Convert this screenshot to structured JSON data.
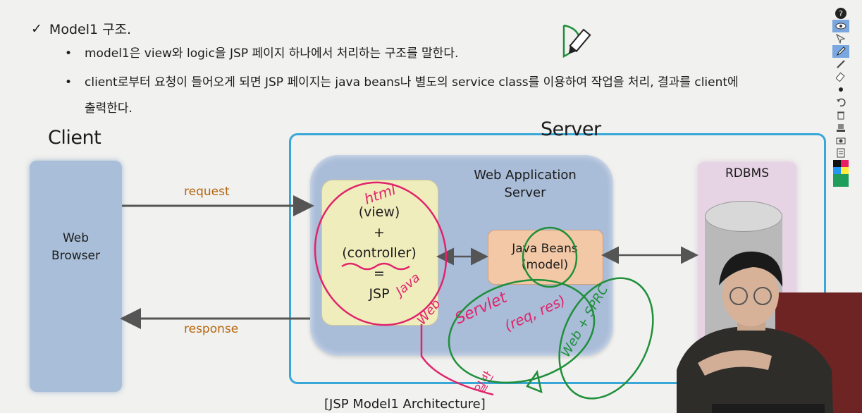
{
  "slide": {
    "heading": "Model1 구조.",
    "heading_check": "✓",
    "bullets": [
      "model1은 view와 logic을 JSP 페이지 하나에서 처리하는 구조를 말한다.",
      "client로부터 요청이 들어오게 되면 JSP 페이지는 java beans나 별도의 service class를 이용하여 작업을 처리, 결과를 client에",
      "출력한다."
    ],
    "bullet_marker": "•"
  },
  "diagram": {
    "client_label": "Client",
    "server_label": "Server",
    "browser_line1": "Web",
    "browser_line2": "Browser",
    "request_label": "request",
    "response_label": "response",
    "was_line1": "Web Application",
    "was_line2": "Server",
    "jsp_line1": "(view)",
    "jsp_line2": "+",
    "jsp_line3": "(controller)",
    "jsp_line4": "=",
    "jsp_line5": "JSP",
    "beans_line1": "Java Beans",
    "beans_line2": "(model)",
    "rdbms_label": "RDBMS",
    "caption": "[JSP Model1 Architecture]"
  },
  "annotations": {
    "html": "html",
    "java": "Java",
    "web": "Web",
    "servlet": "Servlet",
    "req_res": "(req, res)",
    "web_spring": "Web + SPRC",
    "ilban": "일반",
    "colors": {
      "pink": "#e0246b",
      "green": "#1f8f3a"
    }
  },
  "toolbar": {
    "icons": [
      "help-icon",
      "eye-icon",
      "pointer-icon",
      "pen-icon",
      "line-icon",
      "eraser-icon",
      "dot-icon",
      "undo-icon",
      "trash-icon",
      "stamp-icon",
      "camera-icon",
      "note-icon",
      "color-palette-icon"
    ]
  }
}
